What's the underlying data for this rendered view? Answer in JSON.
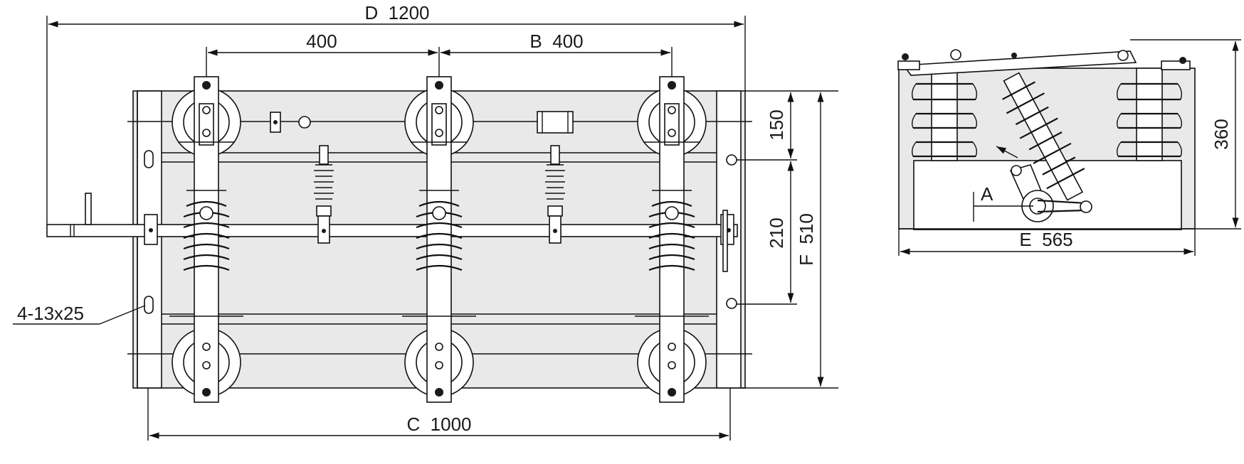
{
  "dimensions": {
    "overall_width": "D  1200",
    "phase_spacing_left": "400",
    "phase_spacing_right": "B  400",
    "mount_spacing": "C  1000",
    "slot_holes": "4-13x25",
    "upper_height": "150",
    "middle_height": "210",
    "total_depth": "F  510",
    "side_width": "E  565",
    "side_height": "360",
    "side_angle": "A"
  },
  "colors": {
    "line": "#111111",
    "body": "#e9e9e9",
    "background": "#ffffff"
  }
}
